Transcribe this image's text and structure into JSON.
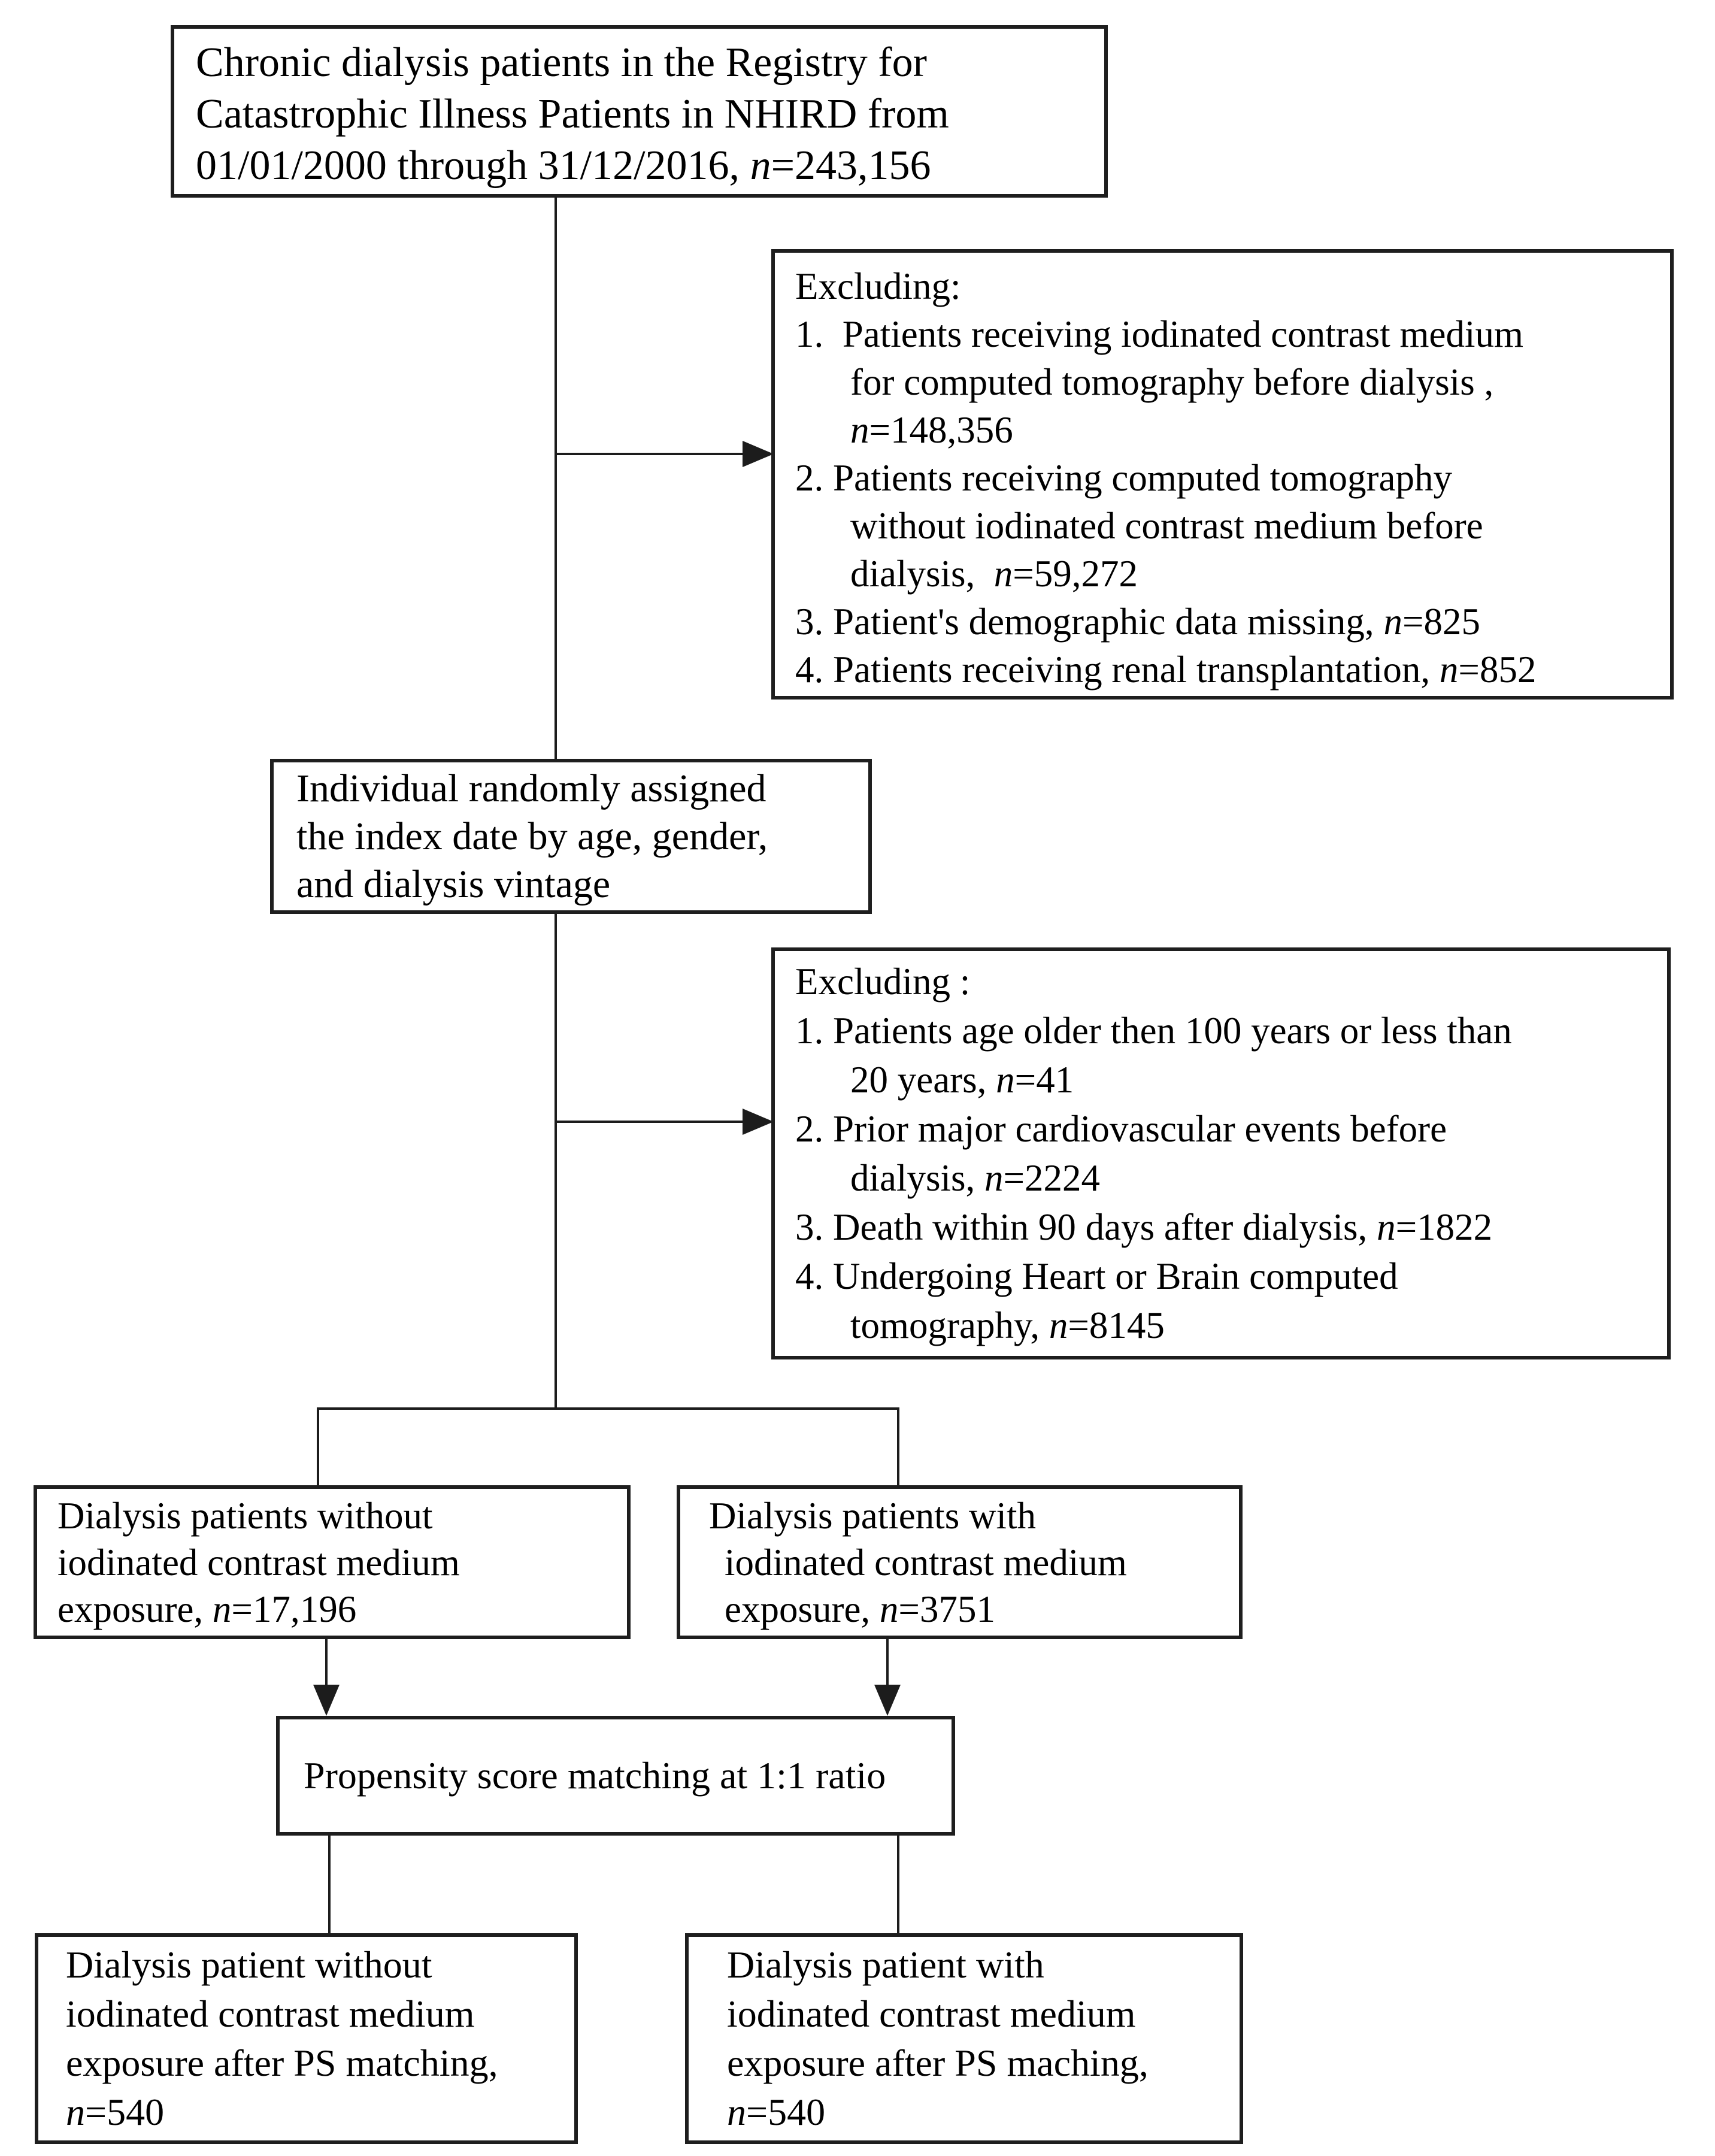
{
  "figure": {
    "background": "#ffffff",
    "line_color": "#1c1c1c",
    "border_color": "#1e1e1e",
    "text_color": "#000000"
  },
  "boxes": {
    "registry": {
      "lines": [
        {
          "a": "Chronic dialysis patients in the Registry for"
        },
        {
          "a": "Catastrophic Illness Patients in NHIRD from"
        },
        {
          "a": "01/01/2000 through 31/12/2016, ",
          "n": "n",
          "b": "=243,156"
        }
      ]
    },
    "exclusion1": {
      "lines": [
        {
          "a": "Excluding:"
        },
        {
          "a": "1.  Patients receiving iodinated contrast medium"
        },
        {
          "a": "for computed tomography before dialysis ,"
        },
        {
          "n": "n",
          "b": "=148,356"
        },
        {
          "a": "2. Patients receiving computed tomography"
        },
        {
          "a": "without iodinated contrast medium before"
        },
        {
          "a": "dialysis,  ",
          "n": "n",
          "b": "=59,272"
        },
        {
          "a": "3. Patient's demographic data missing, ",
          "n": "n",
          "b": "=825"
        },
        {
          "a": "4. Patients receiving renal transplantation, ",
          "n": "n",
          "b": "=852"
        }
      ]
    },
    "random": {
      "lines": [
        {
          "a": "Individual randomly assigned"
        },
        {
          "a": "the index date by age, gender,"
        },
        {
          "a": "and dialysis vintage"
        }
      ]
    },
    "exclusion2": {
      "lines": [
        {
          "a": "Excluding :"
        },
        {
          "a": "1. Patients age older then 100 years or less than"
        },
        {
          "a": "20 years, ",
          "n": "n",
          "b": "=41"
        },
        {
          "a": "2. Prior major cardiovascular events before"
        },
        {
          "a": "dialysis, ",
          "n": "n",
          "b": "=2224"
        },
        {
          "a": "3. Death within 90 days after dialysis, ",
          "n": "n",
          "b": "=1822"
        },
        {
          "a": "4. Undergoing Heart or Brain computed"
        },
        {
          "a": "tomography, ",
          "n": "n",
          "b": "=8145"
        }
      ]
    },
    "no_contrast": {
      "lines": [
        {
          "a": "Dialysis patients without"
        },
        {
          "a": "iodinated contrast medium"
        },
        {
          "a": "exposure, ",
          "n": "n",
          "b": "=17,196"
        }
      ]
    },
    "contrast": {
      "lines": [
        {
          "a": "Dialysis patients with"
        },
        {
          "a": "iodinated contrast medium"
        },
        {
          "a": "exposure, ",
          "n": "n",
          "b": "=3751"
        }
      ]
    },
    "ps_matching": {
      "lines": [
        {
          "a": "Propensity score matching at 1:1 ratio"
        }
      ]
    },
    "no_contrast_matched": {
      "lines": [
        {
          "a": "Dialysis patient without"
        },
        {
          "a": "iodinated contrast medium"
        },
        {
          "a": "exposure after PS matching,"
        },
        {
          "n": "n",
          "b": "=540"
        }
      ]
    },
    "contrast_matched": {
      "lines": [
        {
          "a": "Dialysis patient with"
        },
        {
          "a": "iodinated contrast medium"
        },
        {
          "a": "exposure after PS maching,"
        },
        {
          "n": "n",
          "b": "=540"
        }
      ]
    }
  }
}
